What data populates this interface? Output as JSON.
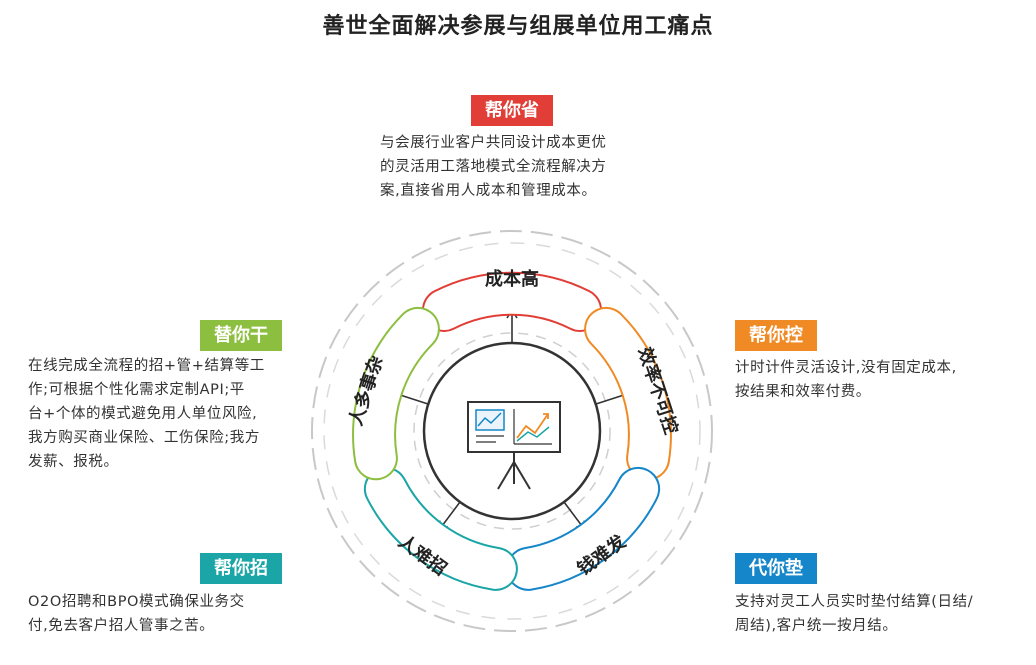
{
  "title": "善世全面解决参展与组展单位用工痛点",
  "colors": {
    "red": "#e03e36",
    "orange": "#f08a24",
    "green": "#8cbf3f",
    "teal": "#1ba5a6",
    "blue": "#1586c9",
    "gray": "#aaaaaa",
    "dark": "#333333"
  },
  "center": {
    "icon": "presentation-board-chart-icon"
  },
  "petals": {
    "cost": "成本高",
    "efficiency": "效率不可控",
    "money": "钱难发",
    "hire": "人难招",
    "tasks": "人多事杂"
  },
  "blocks": {
    "save": {
      "tag": "帮你省",
      "lines": [
        "与会展行业客户共同设计成本更优",
        "的灵活用工落地模式全流程解决方",
        "案,直接省用人成本和管理成本。"
      ]
    },
    "control": {
      "tag": "帮你控",
      "lines": [
        "计时计件灵活设计,没有固定成本,",
        "按结果和效率付费。"
      ]
    },
    "advance": {
      "tag": "代你垫",
      "lines": [
        "支持对灵工人员实时垫付结算(日结/",
        "周结),客户统一按月结。"
      ]
    },
    "recruit": {
      "tag": "帮你招",
      "lines": [
        "O2O招聘和BPO模式确保业务交",
        "付,免去客户招人管事之苦。"
      ]
    },
    "work": {
      "tag": "替你干",
      "lines": [
        "在线完成全流程的招+管+结算等工",
        "作;可根据个性化需求定制API;平",
        "台+个体的模式避免用人单位风险,",
        "我方购买商业保险、工伤保险;我方",
        "发薪、报税。"
      ]
    }
  }
}
